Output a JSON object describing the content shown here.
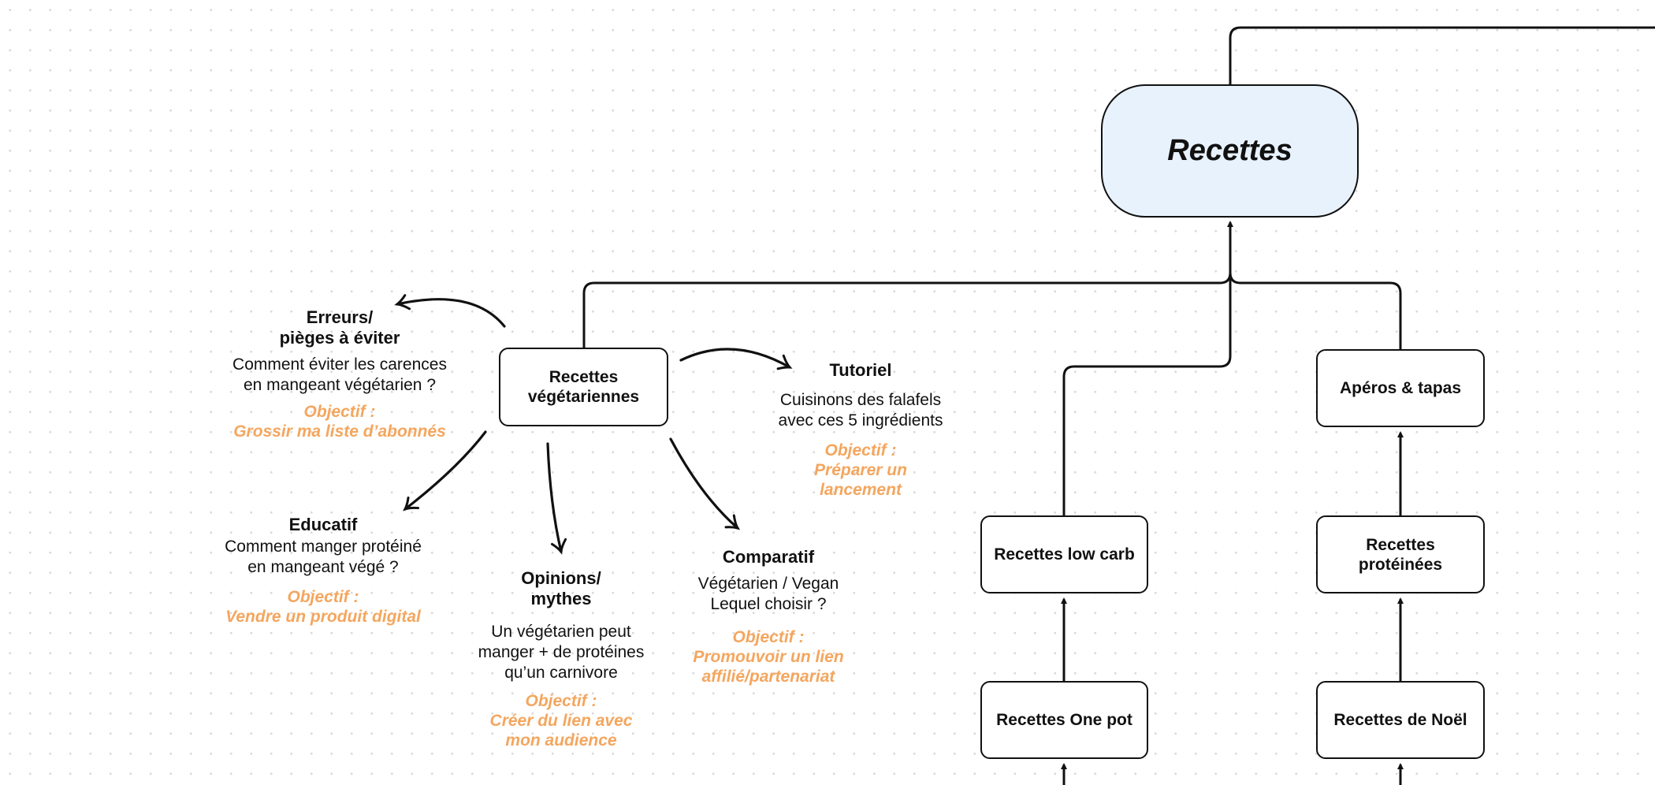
{
  "colors": {
    "objective": "#f4a65e",
    "main_fill": "#e8f2fc",
    "stroke": "#111111"
  },
  "main": {
    "label": "Recettes"
  },
  "boxes": {
    "vege": "Recettes végétariennes",
    "lowcarb": "Recettes low carb",
    "onepot": "Recettes One pot",
    "aperos": "Apéros & tapas",
    "proteinees": "Recettes protéinées",
    "noel": "Recettes de Noël"
  },
  "ideas": [
    {
      "title": "Erreurs/\npièges à éviter",
      "body": "Comment éviter les carences\nen mangeant végétarien ?",
      "objective": "Objectif :\nGrossir ma liste d’abonnés"
    },
    {
      "title": "Tutoriel",
      "body": "Cuisinons des falafels\navec ces 5 ingrédients",
      "objective": "Objectif :\nPréparer un\nlancement"
    },
    {
      "title": "Educatif",
      "body": "Comment manger protéiné\nen mangeant végé ?",
      "objective": "Objectif :\nVendre un produit digital"
    },
    {
      "title": "Opinions/\nmythes",
      "body": "Un végétarien peut\nmanger + de protéines\nqu’un carnivore",
      "objective": "Objectif :\nCréer du lien avec\nmon audience"
    },
    {
      "title": "Comparatif",
      "body": "Végétarien / Vegan\nLequel choisir ?",
      "objective": "Objectif :\nPromouvoir un lien\naffilié/partenariat"
    }
  ]
}
